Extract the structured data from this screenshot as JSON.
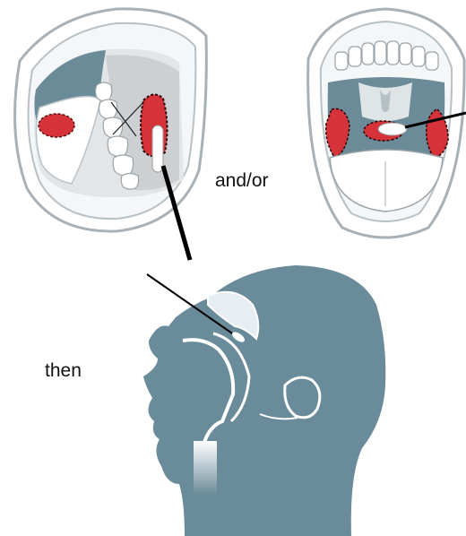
{
  "labels": {
    "and_or": "and/or",
    "then": "then"
  },
  "colors": {
    "mouth_outline": "#9aa6ad",
    "mouth_fill": "#ffffff",
    "mouth_inner": "#6c8b99",
    "tongue_gray": "#c9c9c9",
    "swab_site": "#d6323a",
    "head_silhouette": "#6a8b99",
    "nasal_highlight": "#ddeaf2",
    "swab_stick": "#000000"
  },
  "icons": [
    "open-mouth-side-view",
    "open-mouth-front-view",
    "throat-swab",
    "head-profile-nasopharyngeal"
  ]
}
